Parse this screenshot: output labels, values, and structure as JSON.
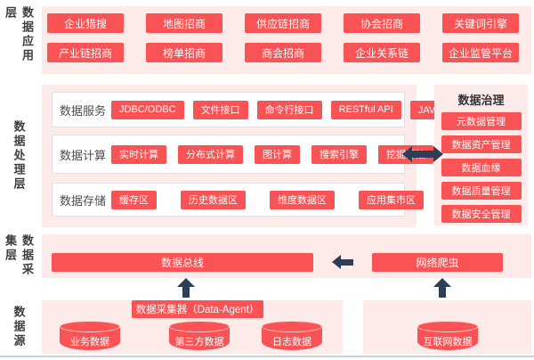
{
  "colors": {
    "node_red": "#fa5355",
    "panel_pink": "#fdebe9",
    "arrow_navy": "#2d3e56",
    "label_dark": "#3e3e3e"
  },
  "layers": {
    "application": {
      "label": "数据应用层",
      "rows": [
        [
          "企业猎搜",
          "地图招商",
          "供应链招商",
          "协会招商",
          "关键词引擎"
        ],
        [
          "产业链招商",
          "榜单招商",
          "商会招商",
          "企业关系链",
          "企业监管平台"
        ]
      ]
    },
    "processing": {
      "label": "数据处理层",
      "groups": [
        {
          "name": "数据服务",
          "items": [
            "JDBC/ODBC",
            "文件接口",
            "命令行接口",
            "RESTful API",
            "JAVA/Python接口"
          ]
        },
        {
          "name": "数据计算",
          "items": [
            "实时计算",
            "分布式计算",
            "图计算",
            "搜索引擎",
            "挖掘算法"
          ]
        },
        {
          "name": "数据存储",
          "items": [
            "缓存区",
            "历史数据区",
            "维度数据区",
            "应用集市区"
          ]
        }
      ]
    },
    "governance": {
      "title": "数据治理",
      "items": [
        "元数据管理",
        "数据资产管理",
        "数据血缘",
        "数据质量管理",
        "数据安全管理"
      ]
    },
    "collection": {
      "label": "数据采集层",
      "bus_label": "数据总线",
      "crawler_label": "网络爬虫"
    },
    "source": {
      "label": "数据源",
      "agent_label": "数据采集器（Data-Agent）",
      "databases": [
        "业务数据",
        "第三方数据",
        "日志数据"
      ],
      "internet_database": "互联网数据"
    }
  }
}
